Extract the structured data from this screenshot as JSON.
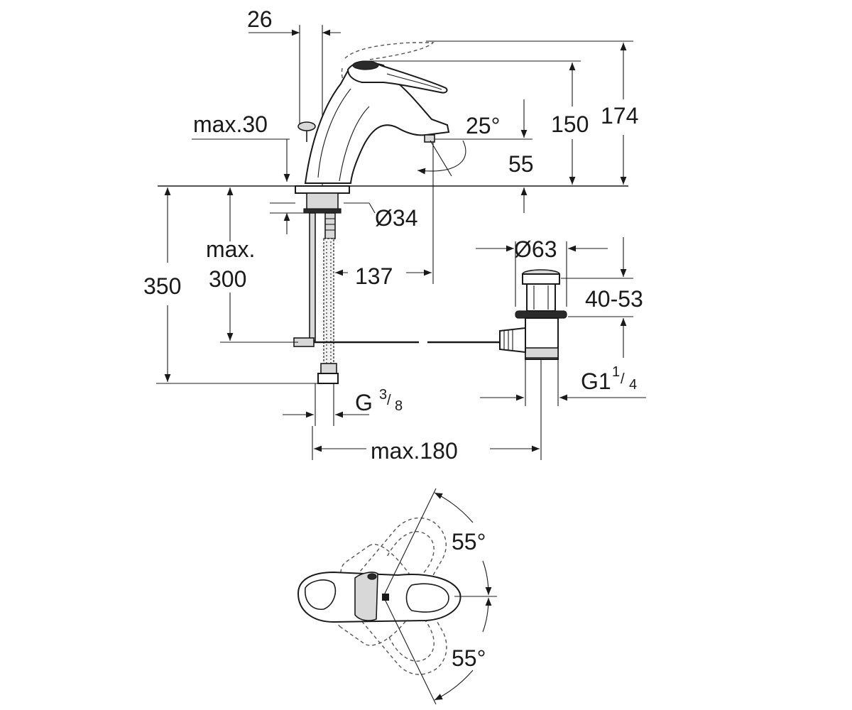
{
  "dimensions": {
    "spout_offset": "26",
    "deck_thickness": "max.30",
    "spout_angle": "25°",
    "spout_height": "55",
    "handle_height": "150",
    "total_height": "174",
    "hole_diameter": "Ø34",
    "hose_label_line1": "max.",
    "hose_label_line2": "300",
    "hose_length": "350",
    "reach": "137",
    "drain_diameter": "Ø63",
    "drain_range": "40-53",
    "connection_left_main": "G",
    "connection_left_num": "3",
    "connection_left_den": "8",
    "connection_right_main": "G1",
    "connection_right_num": "1",
    "connection_right_den": "4",
    "rod_length": "max.180",
    "rotation_upper": "55°",
    "rotation_lower": "55°"
  },
  "colors": {
    "line": "#1a1a1a",
    "background": "#ffffff"
  }
}
